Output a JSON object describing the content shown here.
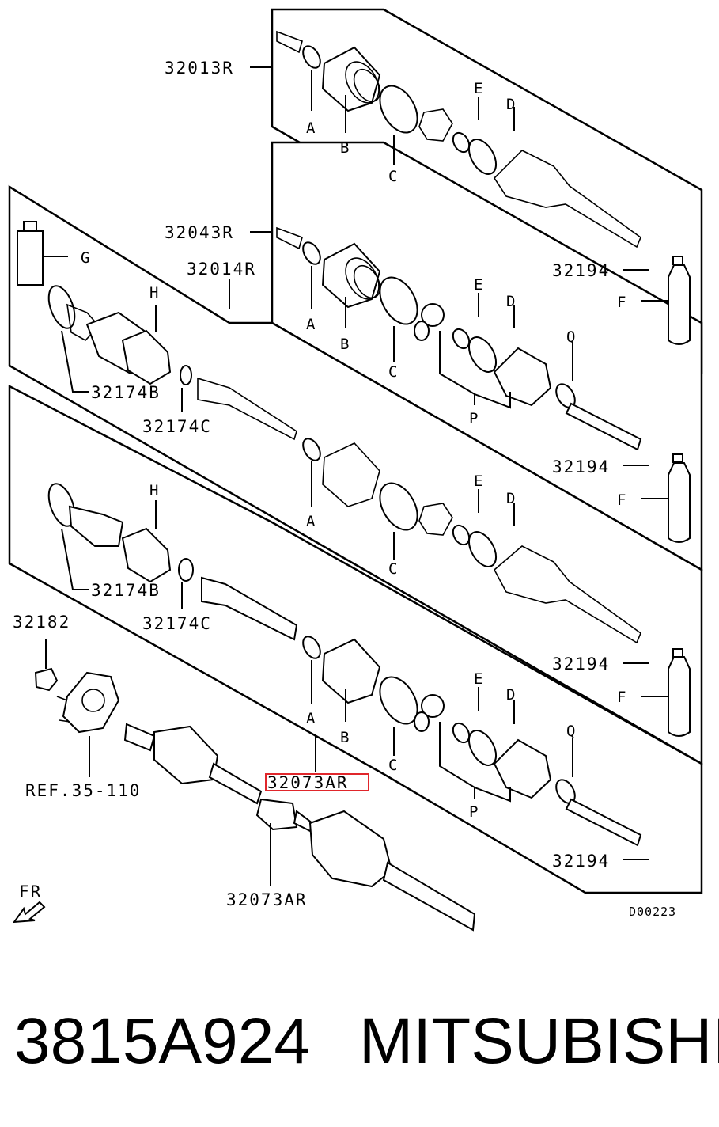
{
  "diagram": {
    "labels": {
      "p32013R": "32013R",
      "p32043R": "32043R",
      "p32014R": "32014R",
      "p32073AR_box": "32073AR",
      "p32073AR": "32073AR",
      "p32174B_1": "32174B",
      "p32174C_1": "32174C",
      "p32174B_2": "32174B",
      "p32174C_2": "32174C",
      "p32182": "32182",
      "ref": "REF.35-110",
      "p32194_1": "32194",
      "p32194_2": "32194",
      "p32194_3": "32194",
      "p32194_4": "32194",
      "fr": "FR",
      "code": "D00223"
    },
    "letters": {
      "A": "A",
      "B": "B",
      "C": "C",
      "D": "D",
      "E": "E",
      "F": "F",
      "G": "G",
      "H": "H",
      "P": "P",
      "Q": "Q"
    },
    "highlight_color": "#e0262b"
  },
  "caption": {
    "part_number": "3815A924",
    "brand": "MITSUBISHI"
  }
}
